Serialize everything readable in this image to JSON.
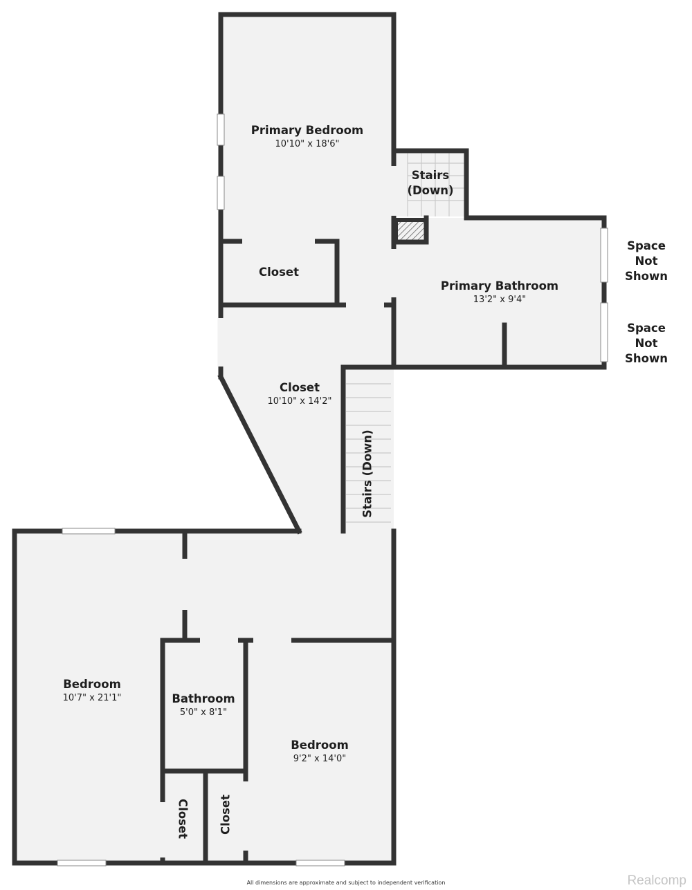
{
  "rooms": {
    "primary_bedroom": {
      "name": "Primary Bedroom",
      "dim": "10'10\" x 18'6\""
    },
    "stairs_top": {
      "name_line1": "Stairs",
      "name_line2": "(Down)"
    },
    "closet_upper": {
      "name": "Closet"
    },
    "primary_bathroom": {
      "name": "Primary Bathroom",
      "dim": "13'2\" x 9'4\""
    },
    "closet_large": {
      "name": "Closet",
      "dim": "10'10\" x 14'2\""
    },
    "stairs_side": {
      "name": "Stairs (Down)"
    },
    "bedroom_left": {
      "name": "Bedroom",
      "dim": "10'7\" x 21'1\""
    },
    "bathroom": {
      "name": "Bathroom",
      "dim": "5'0\" x 8'1\""
    },
    "bedroom_right": {
      "name": "Bedroom",
      "dim": "9'2\" x 14'0\""
    },
    "closet_bottom_left": {
      "name": "Closet"
    },
    "closet_bottom_right": {
      "name": "Closet"
    }
  },
  "exterior": {
    "space_1": "Space\nNot Shown",
    "space_2": "Space\nNot Shown"
  },
  "footer": {
    "note": "All dimensions are approximate and subject to independent verification",
    "watermark": "Realcomp"
  },
  "colors": {
    "wall": "#333333",
    "floor": "#f2f2f2",
    "window": "#ffffff"
  }
}
